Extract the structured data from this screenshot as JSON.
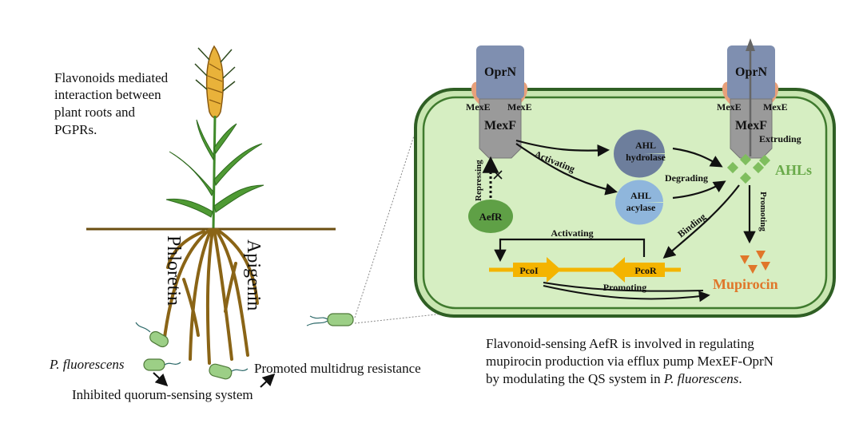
{
  "plant_caption": [
    "Flavonoids mediated",
    "interaction between",
    "plant roots and",
    "PGPRs."
  ],
  "root_labels": {
    "left": "Phloretin",
    "right": "Apigenin"
  },
  "bacterium": {
    "species": "P. fluorescens",
    "effect_inhibited": "Inhibited quorum-sensing system",
    "effect_promoted": "Promoted multidrug resistance"
  },
  "cell": {
    "pump_outer": "OprN",
    "pump_inner": "MexF",
    "pump_side": "MexE",
    "regulator": "AefR",
    "hydrolase": [
      "AHL",
      "hydrolase"
    ],
    "acylase": [
      "AHL",
      "acylase"
    ],
    "signal": "AHLs",
    "product": "Mupirocin",
    "gene_i": "PcoI",
    "gene_r": "PcoR"
  },
  "arrows": {
    "repressing": "Repressing",
    "activating_top": "Activating",
    "degrading": "Degrading",
    "extruding": "Extruding",
    "binding": "Binding",
    "promoting_side": "Promoting",
    "activating_loop": "Activating",
    "promoting_bottom": "Promoting"
  },
  "summary": {
    "line1": "Flavonoid-sensing AefR is involved in regulating",
    "line2": "mupirocin production via efflux pump MexEF-OprN",
    "line3_prefix": "by modulating the QS system in ",
    "line3_italic": "P. fluorescens",
    "line3_suffix": "."
  },
  "colors": {
    "cell_fill": "#c9e6b1",
    "cell_border": "#3f7a2e",
    "pump": "#7f8fb0",
    "mexe": "#e8a07a",
    "aefr": "#5fa046",
    "hydrolase": "#6d7e9c",
    "acylase": "#8fb6dc",
    "ahl": "#7fbe5e",
    "mupirocin": "#e0762a",
    "gene": "#f4b400",
    "root": "#8a6416",
    "wheat_head": "#e9b23a"
  }
}
